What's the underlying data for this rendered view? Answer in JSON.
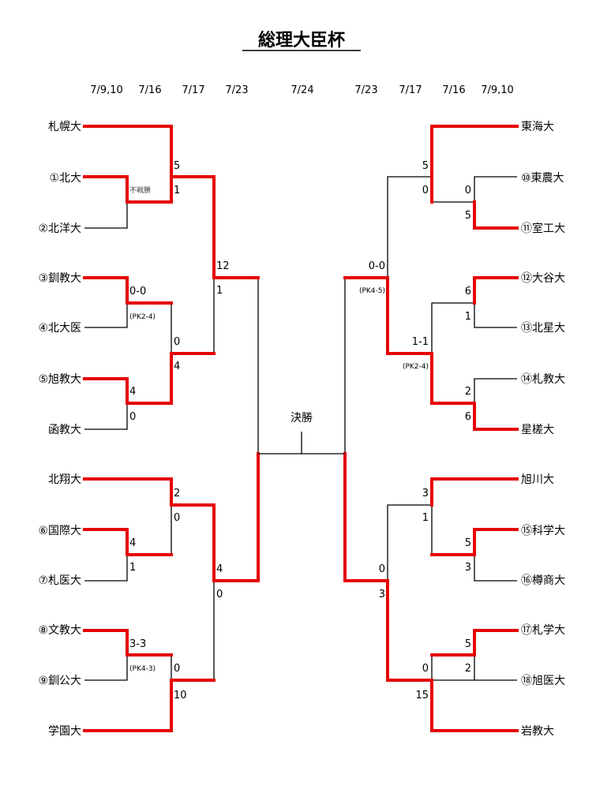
{
  "title": "総理大臣杯",
  "final_label": "決勝",
  "dates": {
    "left": [
      "7/9,10",
      "7/16",
      "7/17",
      "7/23"
    ],
    "center": "7/24",
    "right": [
      "7/23",
      "7/17",
      "7/16",
      "7/9,10"
    ]
  },
  "teams": {
    "left": [
      "札幌大",
      "①北大",
      "②北洋大",
      "③釧教大",
      "④北大医",
      "⑤旭教大",
      "函教大",
      "北翔大",
      "⑥国際大",
      "⑦札医大",
      "⑧文教大",
      "⑨釧公大",
      "学園大"
    ],
    "right": [
      "東海大",
      "⑩東農大",
      "⑪室工大",
      "⑫大谷大",
      "⑬北星大",
      "⑭札教大",
      "星槎大",
      "旭川大",
      "⑮科学大",
      "⑯樽商大",
      "⑰札学大",
      "⑱旭医大",
      "岩教大"
    ]
  },
  "scores": {
    "left": [
      "5",
      "1",
      "0-0",
      "0",
      "4",
      "4",
      "0",
      "12",
      "1",
      "2",
      "0",
      "4",
      "1",
      "3-3",
      "0",
      "10",
      "4",
      "0"
    ],
    "right": [
      "5",
      "0",
      "0",
      "5",
      "0-0",
      "6",
      "1",
      "1-1",
      "2",
      "6",
      "3",
      "1",
      "5",
      "3",
      "0",
      "3",
      "5",
      "2",
      "0",
      "15"
    ]
  },
  "notes": {
    "left": [
      "不戦勝",
      "(PK2-4)",
      "(PK4-3)"
    ],
    "right": [
      "(PK4-5)",
      "(PK2-4)"
    ]
  },
  "colors": {
    "winner_line": "#e60000",
    "loser_line": "#000000"
  }
}
